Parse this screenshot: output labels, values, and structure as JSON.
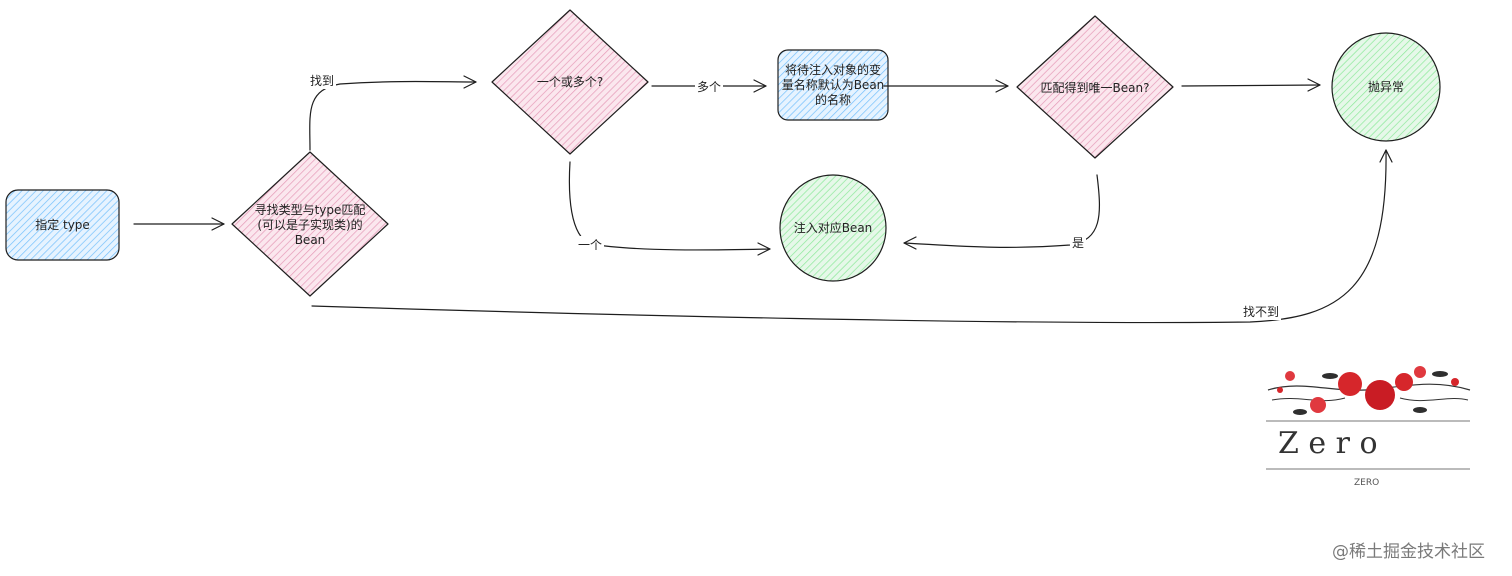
{
  "nodes": {
    "start": "指定 type",
    "find": "寻找类型与type匹配(可以是子实现类)的Bean",
    "count": "一个或多个?",
    "default_name": "将待注入对象的变量名称默认为Bean的名称",
    "unique": "匹配得到唯一Bean?",
    "throw": "抛异常",
    "inject": "注入对应Bean"
  },
  "edges": {
    "found": "找到",
    "many": "多个",
    "one": "一个",
    "yes": "是",
    "not_found": "找不到"
  },
  "logo": {
    "text": "Z e r o",
    "sub": "ZERO"
  },
  "watermark": "@稀土掘金技术社区",
  "colors": {
    "blue_fill": "#a5d8ff",
    "pink_fill": "#eebefa",
    "green_fill": "#b2f2bb",
    "stroke": "#1e1e1e"
  }
}
